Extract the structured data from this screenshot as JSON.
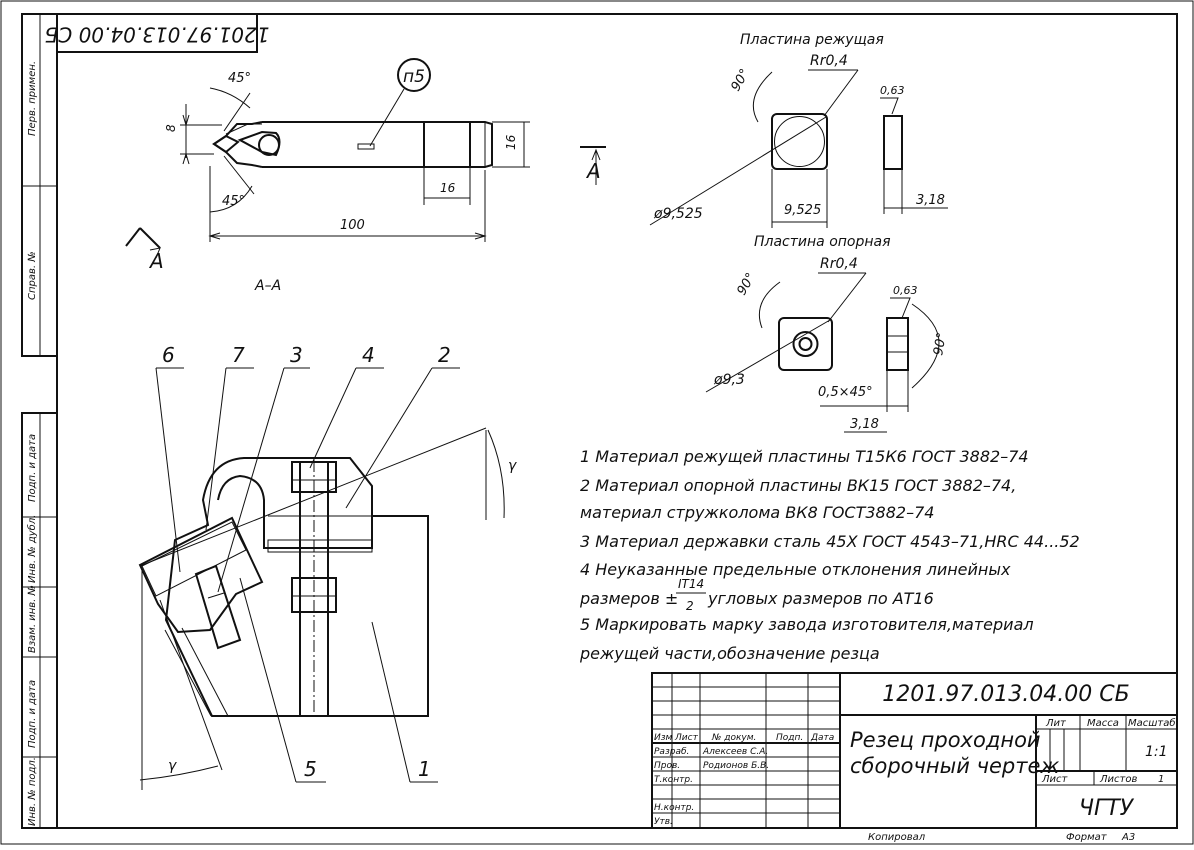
{
  "stamp_code": "1201.97.013.04.00 СБ",
  "side_stamp": [
    "Перв. примен.",
    "Справ. №",
    "Подп. и дата",
    "Инв. № дубл.",
    "Взам. инв. №",
    "Подп. и дата",
    "Инв. № подл."
  ],
  "top_view": {
    "angle_top": "45°",
    "angle_bottom": "45°",
    "dim_width": "8",
    "dim_length": "100",
    "dim_section": "16",
    "dim_height": "16",
    "callout": "п5",
    "section_mark": "А"
  },
  "section_title": "А–А",
  "section_angle": "γ",
  "section_angle_bottom": "γ",
  "parts": [
    "6",
    "7",
    "3",
    "4",
    "2",
    "5",
    "1"
  ],
  "cutting_insert": {
    "title": "Пластина режущая",
    "radius": "Rr0,4",
    "angle": "90°",
    "diameter": "ø9,525",
    "side": "9,525",
    "thickness": "3,18",
    "roughness": "0,63"
  },
  "support_insert": {
    "title": "Пластина опорная",
    "radius": "Rr0,4",
    "angle": "90°",
    "diameter": "ø9,3",
    "chamfer": "0,5×45°",
    "thickness": "3,18",
    "roughness": "0,63",
    "side_angle": "90°"
  },
  "notes": [
    "1  Материал режущей пластины Т15К6 ГОСТ 3882–74",
    "2  Материал опорной пластины ВК15 ГОСТ 3882–74,",
    "    материал стружколома ВК8 ГОСТ3882–74",
    "3  Материал державки сталь 45Х ГОСТ 4543–71,HRC 44...52",
    "4  Неуказанные предельные отклонения линейных",
    "    размеров ±",
    "5  Маркировать марку завода изготовителя,материал",
    "    режущей части,обозначение резца"
  ],
  "note4_fraction_top": "IT14",
  "note4_fraction_bottom": "2",
  "note4_tail": "угловых размеров по АТ16",
  "title_block": {
    "designation": "1201.97.013.04.00 СБ",
    "name_line1": "Резец проходной",
    "name_line2": "сборочный чертеж",
    "col_izm": "Изм",
    "col_list": "Лист",
    "col_doc": "№ докум.",
    "col_sign": "Подп.",
    "col_date": "Дата",
    "row_razrab": "Разраб.",
    "row_prov": "Пров.",
    "row_tkontr": "Т.контр.",
    "row_nkontr": "Н.контр.",
    "row_utv": "Утв.",
    "razrab_name": "Алексеев С.А.",
    "prov_name": "Родионов Б.В.",
    "lit": "Лит",
    "massa": "Масса",
    "masshtab": "Масштаб",
    "scale_value": "1:1",
    "sheet_label": "Лист",
    "sheets_label": "Листов",
    "sheets_value": "1",
    "org": "ЧГТУ"
  },
  "footer_copied": "Копировал",
  "footer_format": "Формат",
  "footer_format_value": "А3"
}
